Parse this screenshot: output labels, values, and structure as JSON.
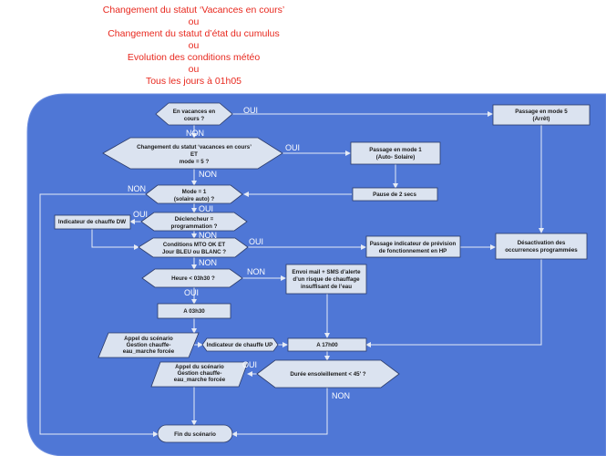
{
  "header": {
    "lines": [
      "Changement du statut ‘Vacances en cours’",
      "ou",
      "Changement du statut d’état du cumulus",
      "ou",
      "Evolution des conditions météo",
      "ou",
      "Tous les jours à 01h05"
    ]
  },
  "nodes": {
    "vacances": [
      "En vacances en",
      "cours ?"
    ],
    "changement_statut": [
      "Changement du statut ‘vacances en cours’",
      "ET",
      "mode = 5 ?"
    ],
    "mode1_question": [
      "Mode = 1",
      "(solaire auto) ?"
    ],
    "declencheur": [
      "Déclencheur =",
      "programmation ?"
    ],
    "conditions_mto": [
      "Conditions MTO OK ET",
      "Jour BLEU ou BLANC ?"
    ],
    "heure": [
      "Heure < 03h30 ?"
    ],
    "a_03h30": [
      "A 03h30"
    ],
    "appel_scenario_1": [
      "Appel du scénario",
      "Gestion chauffe-",
      "eau_marche forcée"
    ],
    "indicateur_up": [
      "Indicateur de chauffe UP"
    ],
    "a_17h00": [
      "A 17h00"
    ],
    "duree": [
      "Durée ensoleillement < 45' ?"
    ],
    "appel_scenario_2": [
      "Appel du scénario",
      "Gestion chauffe-",
      "eau_marche forcée"
    ],
    "fin": [
      "Fin du scénario"
    ],
    "indicateur_dw": [
      "Indicateur de chauffe DW"
    ],
    "passage_mode5": [
      "Passage en mode 5",
      "(Arrêt)"
    ],
    "passage_mode1": [
      "Passage en mode 1",
      "(Auto- Solaire)"
    ],
    "pause": [
      "Pause de 2 secs"
    ],
    "passage_indicateur": [
      "Passage indicateur de prévision",
      "de fonctionnement en HP"
    ],
    "envoi_mail": [
      "Envoi mail + SMS d’alerte",
      "d’un risque de chauffage",
      "insuffisant de l’eau"
    ],
    "desactivation": [
      "Désactivation des",
      "occurrences programmées"
    ]
  },
  "edge_labels": {
    "oui": "OUI",
    "non": "NON"
  },
  "colors": {
    "header_text": "#e8281e",
    "panel": "#4f77d6",
    "node_fill": "#dbe3f0",
    "node_stroke": "#2b3a67"
  }
}
